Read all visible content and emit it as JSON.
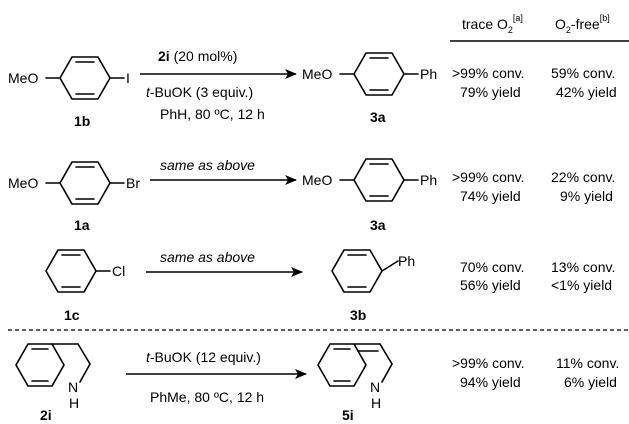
{
  "header": {
    "col1_prefix": "trace O",
    "col1_sub": "2",
    "col1_note": "[a]",
    "col2_prefix": "O",
    "col2_sub": "2",
    "col2_suffix": "-free",
    "col2_note": "[b]"
  },
  "rows": [
    {
      "reactant_sub": "MeO",
      "reactant_halide": "I",
      "reactant_label": "1b",
      "cond_catalyst": "2i",
      "cond_catalyst_amt": " (20 mol%)",
      "cond_base_prefix": "t",
      "cond_base": "-BuOK (3 equiv.)",
      "cond_solvent": "PhH, 80 ºC, 12 h",
      "product_sub": "MeO",
      "product_group": "Ph",
      "product_label": "3a",
      "trace_conv": ">99% conv.",
      "trace_yield": "79% yield",
      "free_conv": "59% conv.",
      "free_yield": "42% yield"
    },
    {
      "reactant_sub": "MeO",
      "reactant_halide": "Br",
      "reactant_label": "1a",
      "cond_text": "same as above",
      "product_sub": "MeO",
      "product_group": "Ph",
      "product_label": "3a",
      "trace_conv": ">99% conv.",
      "trace_yield": "74% yield",
      "free_conv": "22% conv.",
      "free_yield": "9% yield"
    },
    {
      "reactant_halide": "Cl",
      "reactant_label": "1c",
      "cond_text": "same as above",
      "product_group": "Ph",
      "product_label": "3b",
      "trace_conv": "70% conv.",
      "trace_yield": "56% yield",
      "free_conv": "13% conv.",
      "free_yield": "<1% yield"
    },
    {
      "reactant_nh": "N",
      "reactant_h": "H",
      "reactant_label": "2i",
      "cond_base_prefix": "t",
      "cond_base": "-BuOK (12 equiv.)",
      "cond_solvent": "PhMe, 80 ºC, 12 h",
      "product_nh": "N",
      "product_h": "H",
      "product_label": "5i",
      "trace_conv": ">99% conv.",
      "trace_yield": "94% yield",
      "free_conv": "11% conv.",
      "free_yield": "6% yield"
    }
  ]
}
